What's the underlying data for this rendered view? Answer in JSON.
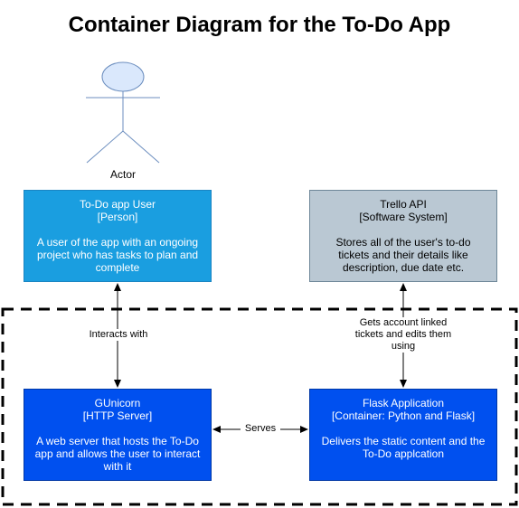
{
  "title": "Container Diagram for the To-Do App",
  "actor": {
    "label": "Actor"
  },
  "nodes": {
    "user": {
      "title": "To-Do app User",
      "type": "[Person]",
      "description": "A user of the app with an ongoing project who has tasks to plan and complete",
      "fill": "#1a9ee0"
    },
    "trello": {
      "title": "Trello API",
      "type": "[Software System]",
      "description": "Stores all of the user's to-do tickets and their details like description, due date etc.",
      "fill": "#bac8d3"
    },
    "gunicorn": {
      "title": "GUnicorn",
      "type": "[HTTP Server]",
      "description": "A web server that hosts the To-Do app and allows the user to interact with it",
      "fill": "#0050ef"
    },
    "flask": {
      "title": "Flask Application",
      "type": "[Container: Python and Flask]",
      "description": "Delivers the static content and the To-Do applcation",
      "fill": "#0050ef"
    }
  },
  "edges": {
    "interacts": "Interacts with",
    "gets": "Gets account linked tickets and edits them using",
    "serves": "Serves"
  }
}
